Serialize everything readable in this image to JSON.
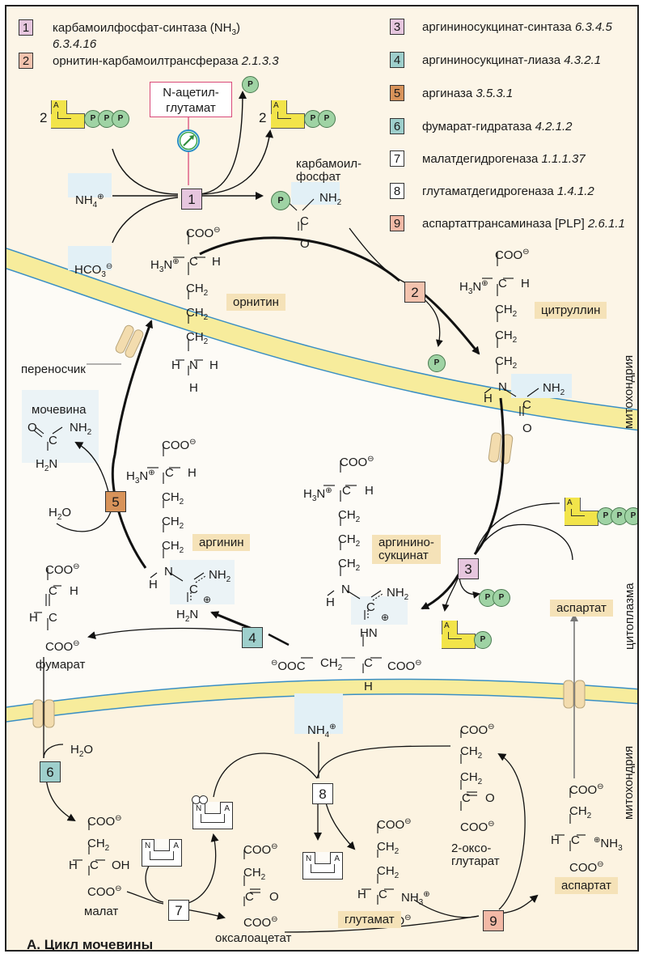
{
  "caption": "А. Цикл мочевины",
  "legend": [
    {
      "num": "1",
      "name": "карбамоилфосфат-синтаза (NH",
      "sub": "3",
      "name_end": ")",
      "ec": "6.3.4.16",
      "color": "#e6c6de"
    },
    {
      "num": "2",
      "name": "орнитин-карбамоилтрансфераза",
      "ec": "2.1.3.3",
      "color": "#f3c3ae"
    },
    {
      "num": "3",
      "name": "аргининосукцинат-синтаза",
      "ec": "6.3.4.5",
      "color": "#e6c6de"
    },
    {
      "num": "4",
      "name": "аргининосукцинат-лиаза",
      "ec": "4.3.2.1",
      "color": "#9ecfcc"
    },
    {
      "num": "5",
      "name": "аргиназа",
      "ec": "3.5.3.1",
      "color": "#d8935a"
    },
    {
      "num": "6",
      "name": "фумарат-гидратаза",
      "ec": "4.2.1.2",
      "color": "#9ecfcc"
    },
    {
      "num": "7",
      "name": "малатдегидрогеназа",
      "ec": "1.1.1.37",
      "color": "#ffffff"
    },
    {
      "num": "8",
      "name": "глутаматдегидрогеназа",
      "ec": "1.4.1.2",
      "color": "#ffffff"
    },
    {
      "num": "9",
      "name": "аспартаттрансаминаза [PLP]",
      "ec": "2.6.1.1",
      "color": "#f3b9a6"
    }
  ],
  "regulator": {
    "line1": "N-ацетил-",
    "line2": "глутамат"
  },
  "compartments": {
    "mito_top": "митохондрия",
    "cytoplasm": "цитоплазма",
    "mito_bottom": "митохондрия"
  },
  "labels": {
    "carbamoyl_phosphate_1": "карбамоил-",
    "carbamoyl_phosphate_2": "фосфат",
    "ornithine": "орнитин",
    "citrulline": "цитруллин",
    "transporter": "переносчик",
    "urea": "мочевина",
    "arginine": "аргинин",
    "argininosuccinate_1": "аргинино-",
    "argininosuccinate_2": "сукцинат",
    "aspartate_cyto": "аспартат",
    "fumarate": "фумарат",
    "malate": "малат",
    "oxaloacetate": "оксалоацетат",
    "glutamate": "глутамат",
    "oxoglutarate_1": "2-оксо-",
    "oxoglutarate_2": "глутарат",
    "aspartate_mito": "аспартат"
  },
  "reagents": {
    "atp_count": "2",
    "adp_count": "2",
    "nh4": "NH",
    "hco3": "HCO",
    "h2o_arginase": "H",
    "h2o_fumarase": "H",
    "nh4_bottom": "NH"
  },
  "symbols": {
    "adenosine": "A",
    "phosphate": "P",
    "nad_n": "N",
    "nad_a": "A"
  },
  "enzymes": [
    "1",
    "2",
    "3",
    "4",
    "5",
    "6",
    "7",
    "8",
    "9"
  ],
  "colors": {
    "membrane_fill": "#f7ec9c",
    "membrane_edge": "#3a8fc4",
    "mito_bg": "#fbf0da",
    "cyto_bg": "#ffffff",
    "atp_yellow": "#f2e44a",
    "phosphate_green": "#9fd3a4",
    "substrate_tag": "#f5e2b8",
    "regulator_border": "#d94a7a"
  }
}
